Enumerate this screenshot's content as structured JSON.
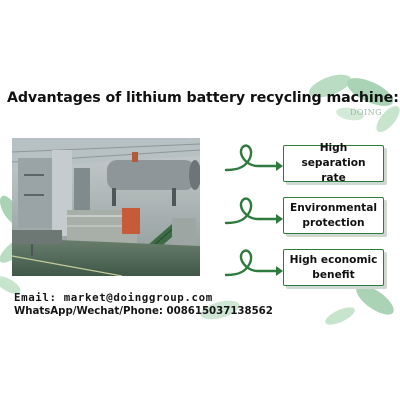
{
  "title": "Advantages of lithium battery recycling machine:",
  "logo_text": "DOING",
  "advantages": [
    {
      "line1": "High separation",
      "line2": "rate"
    },
    {
      "line1": "Environmental",
      "line2": "protection"
    },
    {
      "line1": "High economic",
      "line2": "benefit"
    }
  ],
  "contact": {
    "email": "Email: market@doinggroup.com",
    "phone": "WhatsApp/Wechat/Phone: 008615037138562"
  },
  "colors": {
    "accent_green": "#2f7a3d",
    "leaf_green": "#a9d3b4"
  }
}
